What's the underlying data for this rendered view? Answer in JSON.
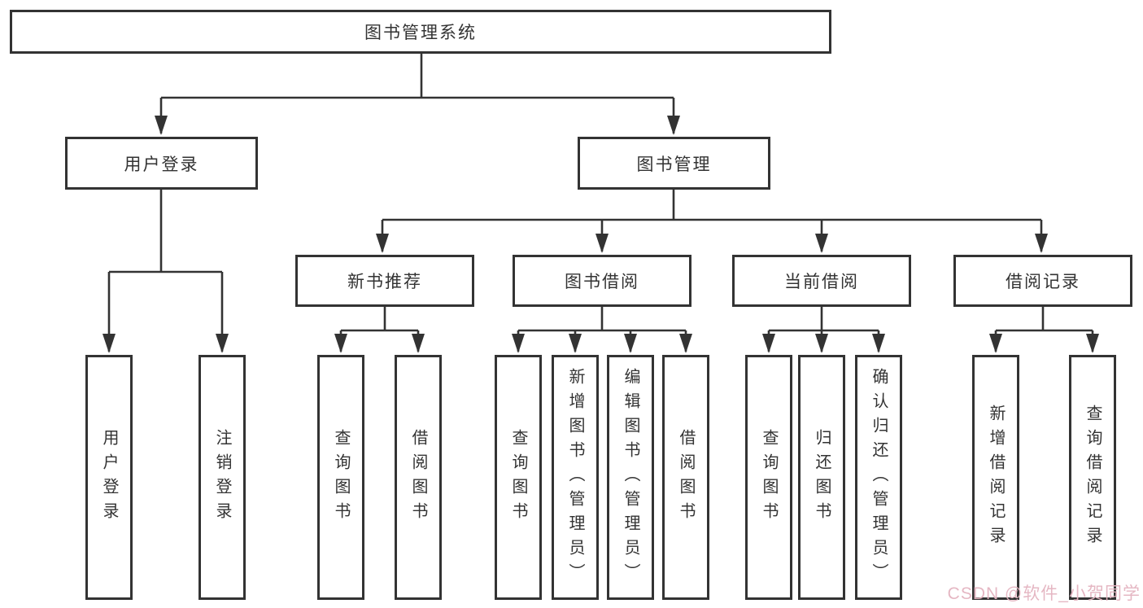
{
  "diagram": {
    "root": {
      "label": "图书管理系统",
      "children": [
        {
          "label": "用户登录",
          "children": [
            {
              "label": "用户登录"
            },
            {
              "label": "注销登录"
            }
          ]
        },
        {
          "label": "图书管理",
          "children": [
            {
              "label": "新书推荐",
              "children": [
                {
                  "label": "查询图书"
                },
                {
                  "label": "借阅图书"
                }
              ]
            },
            {
              "label": "图书借阅",
              "children": [
                {
                  "label": "查询图书"
                },
                {
                  "label": "新增图书（管理员）"
                },
                {
                  "label": "编辑图书（管理员）"
                },
                {
                  "label": "借阅图书"
                }
              ]
            },
            {
              "label": "当前借阅",
              "children": [
                {
                  "label": "查询图书"
                },
                {
                  "label": "归还图书"
                },
                {
                  "label": "确认归还（管理员）"
                }
              ]
            },
            {
              "label": "借阅记录",
              "children": [
                {
                  "label": "新增借阅记录"
                },
                {
                  "label": "查询借阅记录"
                }
              ]
            }
          ]
        }
      ]
    }
  },
  "watermark": {
    "text": "CSDN @软件_小贺同学"
  },
  "colors": {
    "line": "#333333",
    "box_border": "#333333",
    "box_background": "#ffffff",
    "text": "#333333",
    "watermark": "#e4b4c0"
  }
}
